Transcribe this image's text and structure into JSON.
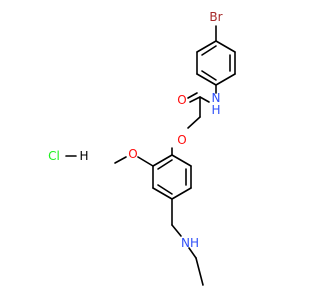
{
  "colors": {
    "bond": "#000000",
    "oxygen": "#ff0d0d",
    "nitrogen": "#3050f8",
    "bromine": "#a62929",
    "chlorine": "#1ff01f",
    "background": "#ffffff"
  },
  "atoms": {
    "br": "Br",
    "nh_amide": "N",
    "nh_amide_h": "H",
    "o_carbonyl": "O",
    "o_ether": "O",
    "o_methoxy": "O",
    "nh_amine": "NH",
    "cl": "Cl",
    "cl_h": "H"
  }
}
